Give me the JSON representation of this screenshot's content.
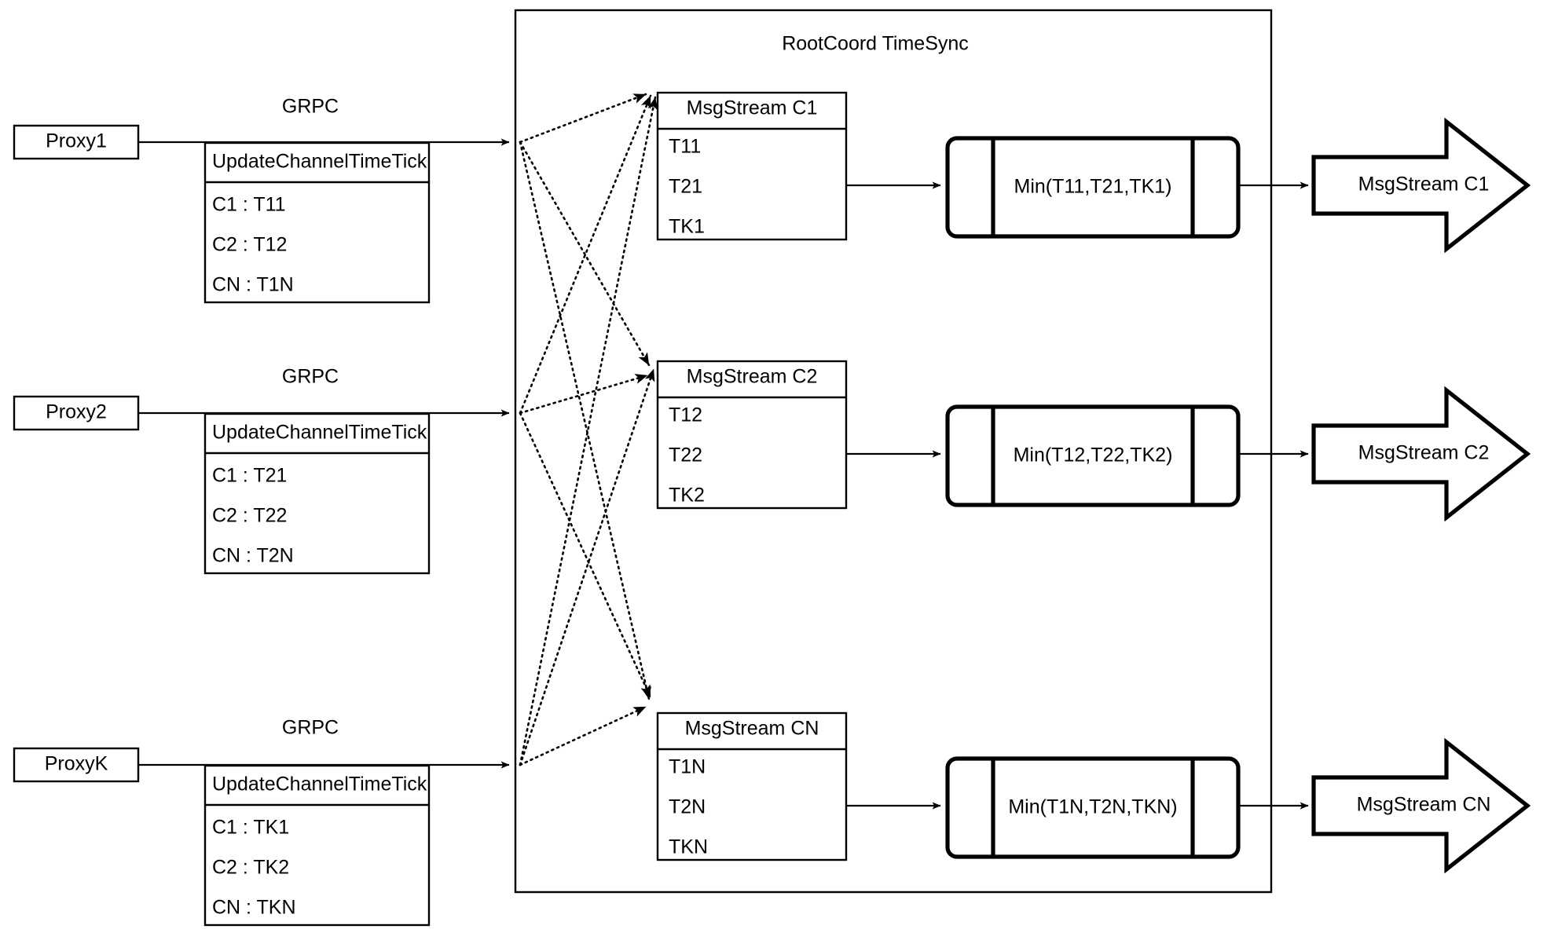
{
  "container": {
    "title": "RootCoord TimeSync"
  },
  "proxies": [
    {
      "name": "Proxy1",
      "link_label": "GRPC",
      "message": {
        "header": "UpdateChannelTimeTick",
        "rows": [
          "C1 :  T11",
          "C2 :  T12",
          "CN : T1N"
        ]
      }
    },
    {
      "name": "Proxy2",
      "link_label": "GRPC",
      "message": {
        "header": "UpdateChannelTimeTick",
        "rows": [
          "C1 :  T21",
          "C2 :  T22",
          "CN : T2N"
        ]
      }
    },
    {
      "name": "ProxyK",
      "link_label": "GRPC",
      "message": {
        "header": "UpdateChannelTimeTick",
        "rows": [
          "C1 :  TK1",
          "C2 :  TK2",
          "CN : TKN"
        ]
      }
    }
  ],
  "channels": [
    {
      "stream_header": "MsgStream C1",
      "stream_rows": [
        "T11",
        "T21",
        "TK1"
      ],
      "process_label": "Min(T11,T21,TK1)",
      "output_label": "MsgStream C1"
    },
    {
      "stream_header": "MsgStream C2",
      "stream_rows": [
        "T12",
        "T22",
        "TK2"
      ],
      "process_label": "Min(T12,T22,TK2)",
      "output_label": "MsgStream C2"
    },
    {
      "stream_header": "MsgStream CN",
      "stream_rows": [
        "T1N",
        "T2N",
        "TKN"
      ],
      "process_label": "Min(T1N,T2N,TKN)",
      "output_label": "MsgStream CN"
    }
  ],
  "colors": {
    "stroke": "#000000",
    "background": "#ffffff"
  }
}
